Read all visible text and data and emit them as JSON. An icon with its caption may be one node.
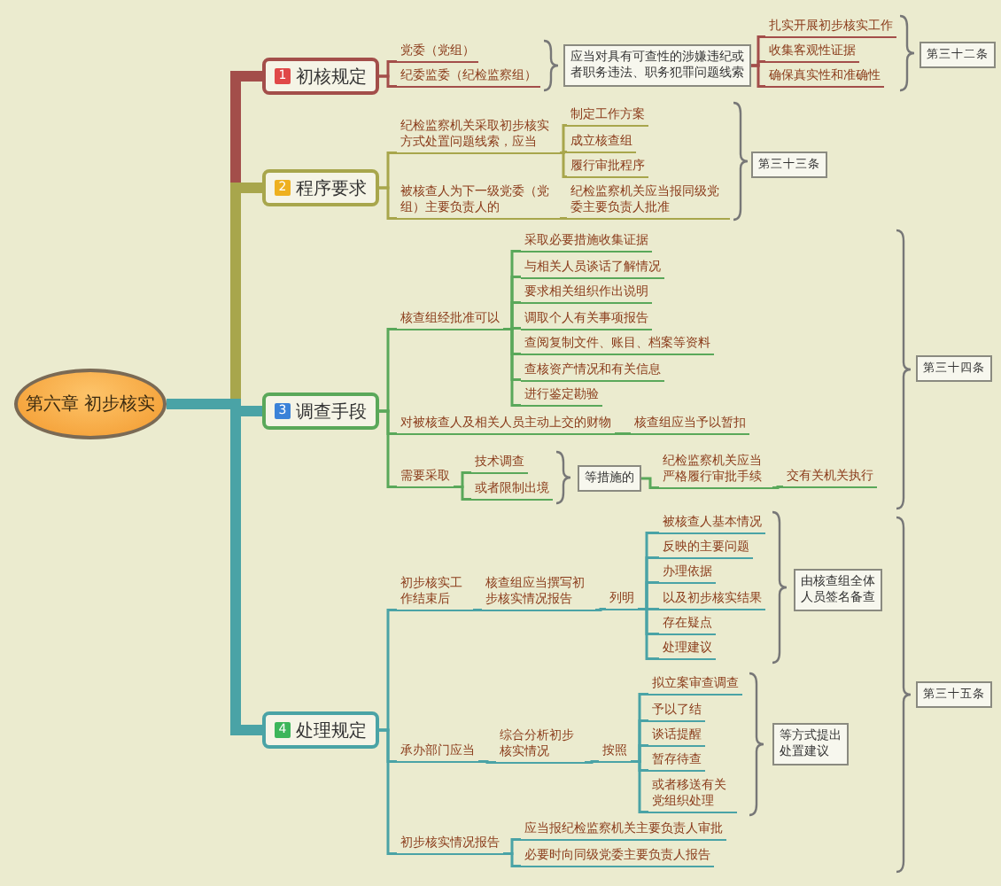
{
  "diagram": {
    "nodes": [
      {
        "text": [
          "第六章 初步核实"
        ]
      },
      {
        "text": [
          "1",
          "初核规定"
        ]
      },
      {
        "text": [
          "2",
          "程序要求"
        ]
      },
      {
        "text": [
          "3",
          "调查手段"
        ]
      },
      {
        "text": [
          "4",
          "处理规定"
        ]
      },
      {
        "text": [
          "党委（党组）"
        ]
      },
      {
        "text": [
          "纪委监委（纪检监察组）"
        ]
      },
      {
        "text": [
          "应当对具有可查性的涉嫌违纪或者职务违法、职务犯罪问题线索"
        ]
      },
      {
        "text": [
          "扎实开展初步核实工作"
        ]
      },
      {
        "text": [
          "收集客观性证据"
        ]
      },
      {
        "text": [
          "确保真实性和准确性"
        ]
      },
      {
        "text": [
          "第三十二条"
        ]
      },
      {
        "text": [
          "纪检监察机关采取初步核实方式处置问题线索，应当"
        ]
      },
      {
        "text": [
          "制定工作方案"
        ]
      },
      {
        "text": [
          "成立核查组"
        ]
      },
      {
        "text": [
          "履行审批程序"
        ]
      },
      {
        "text": [
          "被核查人为下一级党委（党组）主要负责人的"
        ]
      },
      {
        "text": [
          "纪检监察机关应当报同级党委主要负责人批准"
        ]
      },
      {
        "text": [
          "第三十三条"
        ]
      },
      {
        "text": [
          "核查组经批准可以"
        ]
      },
      {
        "text": [
          "采取必要措施收集证据"
        ]
      },
      {
        "text": [
          "与相关人员谈话了解情况"
        ]
      },
      {
        "text": [
          "要求相关组织作出说明"
        ]
      },
      {
        "text": [
          "调取个人有关事项报告"
        ]
      },
      {
        "text": [
          "查阅复制文件、账目、档案等资料"
        ]
      },
      {
        "text": [
          "查核资产情况和有关信息"
        ]
      },
      {
        "text": [
          "进行鉴定勘验"
        ]
      },
      {
        "text": [
          "对被核查人及相关人员主动上交的财物"
        ]
      },
      {
        "text": [
          "核查组应当予以暂扣"
        ]
      },
      {
        "text": [
          "需要采取"
        ]
      },
      {
        "text": [
          "技术调查"
        ]
      },
      {
        "text": [
          "或者限制出境"
        ]
      },
      {
        "text": [
          "等措施的"
        ]
      },
      {
        "text": [
          "纪检监察机关应当严格履行审批手续"
        ]
      },
      {
        "text": [
          "交有关机关执行"
        ]
      },
      {
        "text": [
          "第三十四条"
        ]
      },
      {
        "text": [
          "初步核实工作结束后"
        ]
      },
      {
        "text": [
          "核查组应当撰写初步核实情况报告"
        ]
      },
      {
        "text": [
          "列明"
        ]
      },
      {
        "text": [
          "被核查人基本情况"
        ]
      },
      {
        "text": [
          "反映的主要问题"
        ]
      },
      {
        "text": [
          "办理依据"
        ]
      },
      {
        "text": [
          "以及初步核实结果"
        ]
      },
      {
        "text": [
          "存在疑点"
        ]
      },
      {
        "text": [
          "处理建议"
        ]
      },
      {
        "text": [
          "由核查组全体人员签名备查"
        ]
      },
      {
        "text": [
          "承办部门应当"
        ]
      },
      {
        "text": [
          "综合分析初步核实情况"
        ]
      },
      {
        "text": [
          "按照"
        ]
      },
      {
        "text": [
          "拟立案审查调查"
        ]
      },
      {
        "text": [
          "予以了结"
        ]
      },
      {
        "text": [
          "谈话提醒"
        ]
      },
      {
        "text": [
          "暂存待查"
        ]
      },
      {
        "text": [
          "或者移送有关党组织处理"
        ]
      },
      {
        "text": [
          "等方式提出处置建议"
        ]
      },
      {
        "text": [
          "初步核实情况报告"
        ]
      },
      {
        "text": [
          "应当报纪检监察机关主要负责人审批"
        ]
      },
      {
        "text": [
          "必要时向同级党委主要负责人报告"
        ]
      },
      {
        "text": [
          "第三十五条"
        ]
      }
    ],
    "edges": [
      {
        "from": 0,
        "to": 1,
        "arrow": "none",
        "style": "thick",
        "color": "#a34e4a"
      },
      {
        "from": 0,
        "to": 2,
        "arrow": "none",
        "style": "thick",
        "color": "#a8a64c"
      },
      {
        "from": 0,
        "to": 3,
        "arrow": "none",
        "style": "thick"
      },
      {
        "from": 0,
        "to": 4,
        "arrow": "none",
        "style": "thick"
      },
      {
        "from": 1,
        "to": 5,
        "arrow": "none",
        "color": "#a34e4a"
      },
      {
        "from": 1,
        "to": 6,
        "arrow": "none",
        "color": "#a34e4a"
      },
      {
        "from": 7,
        "to": 8,
        "arrow": "none",
        "color": "#a34e4a"
      },
      {
        "from": 7,
        "to": 9,
        "arrow": "none",
        "color": "#a34e4a"
      },
      {
        "from": 7,
        "to": 10,
        "arrow": "none",
        "color": "#a34e4a"
      },
      {
        "from": 2,
        "to": 12,
        "arrow": "none",
        "color": "#a8a64c"
      },
      {
        "from": 2,
        "to": 16,
        "arrow": "none",
        "color": "#a8a64c"
      },
      {
        "from": 12,
        "to": 13,
        "arrow": "none",
        "color": "#a8a64c"
      },
      {
        "from": 12,
        "to": 14,
        "arrow": "none",
        "color": "#a8a64c"
      },
      {
        "from": 12,
        "to": 15,
        "arrow": "none",
        "color": "#a8a64c"
      },
      {
        "from": 16,
        "to": 17,
        "arrow": "none",
        "color": "#a8a64c"
      },
      {
        "from": 3,
        "to": 19,
        "arrow": "none",
        "color": "#5aa85a"
      },
      {
        "from": 3,
        "to": 27,
        "arrow": "none",
        "color": "#5aa85a"
      },
      {
        "from": 3,
        "to": 29,
        "arrow": "none",
        "color": "#5aa85a"
      },
      {
        "from": 19,
        "to": 20,
        "arrow": "none",
        "color": "#5aa85a"
      },
      {
        "from": 19,
        "to": 21,
        "arrow": "none",
        "color": "#5aa85a"
      },
      {
        "from": 19,
        "to": 22,
        "arrow": "none",
        "color": "#5aa85a"
      },
      {
        "from": 19,
        "to": 23,
        "arrow": "none",
        "color": "#5aa85a"
      },
      {
        "from": 19,
        "to": 24,
        "arrow": "none",
        "color": "#5aa85a"
      },
      {
        "from": 19,
        "to": 25,
        "arrow": "none",
        "color": "#5aa85a"
      },
      {
        "from": 19,
        "to": 26,
        "arrow": "none",
        "color": "#5aa85a"
      },
      {
        "from": 27,
        "to": 28,
        "arrow": "none",
        "color": "#5aa85a"
      },
      {
        "from": 29,
        "to": 30,
        "arrow": "none",
        "color": "#5aa85a"
      },
      {
        "from": 29,
        "to": 31,
        "arrow": "none",
        "color": "#5aa85a"
      },
      {
        "from": 32,
        "to": 33,
        "arrow": "none",
        "color": "#5aa85a"
      },
      {
        "from": 33,
        "to": 34,
        "arrow": "none",
        "color": "#5aa85a"
      },
      {
        "from": 4,
        "to": 36,
        "arrow": "none"
      },
      {
        "from": 4,
        "to": 46,
        "arrow": "none"
      },
      {
        "from": 4,
        "to": 55,
        "arrow": "none"
      },
      {
        "from": 36,
        "to": 37,
        "arrow": "none"
      },
      {
        "from": 37,
        "to": 38,
        "arrow": "none"
      },
      {
        "from": 38,
        "to": 39,
        "arrow": "none"
      },
      {
        "from": 38,
        "to": 40,
        "arrow": "none"
      },
      {
        "from": 38,
        "to": 41,
        "arrow": "none"
      },
      {
        "from": 38,
        "to": 42,
        "arrow": "none"
      },
      {
        "from": 38,
        "to": 43,
        "arrow": "none"
      },
      {
        "from": 38,
        "to": 44,
        "arrow": "none"
      },
      {
        "from": 46,
        "to": 47,
        "arrow": "none"
      },
      {
        "from": 47,
        "to": 48,
        "arrow": "none"
      },
      {
        "from": 48,
        "to": 49,
        "arrow": "none"
      },
      {
        "from": 48,
        "to": 50,
        "arrow": "none"
      },
      {
        "from": 48,
        "to": 51,
        "arrow": "none"
      },
      {
        "from": 48,
        "to": 52,
        "arrow": "none"
      },
      {
        "from": 48,
        "to": 53,
        "arrow": "none"
      },
      {
        "from": 55,
        "to": 56,
        "arrow": "none"
      },
      {
        "from": 55,
        "to": 57,
        "arrow": "none"
      }
    ]
  }
}
